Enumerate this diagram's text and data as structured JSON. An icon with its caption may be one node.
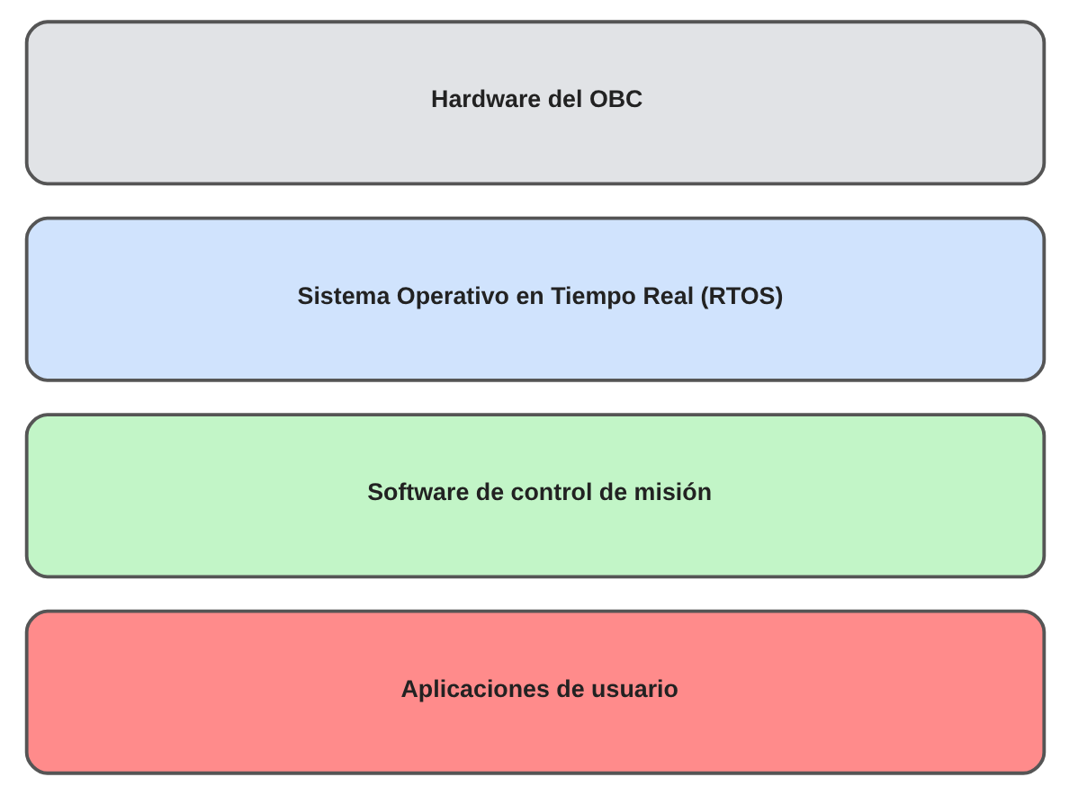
{
  "diagram": {
    "nodes": [
      {
        "text": [
          "Aplicaciones de usuario"
        ]
      },
      {
        "text": [
          "Software de control de misión"
        ]
      },
      {
        "text": [
          "Sistema Operativo en Tiempo Real (RTOS)"
        ]
      },
      {
        "text": [
          "Hardware del OBC"
        ]
      }
    ]
  }
}
